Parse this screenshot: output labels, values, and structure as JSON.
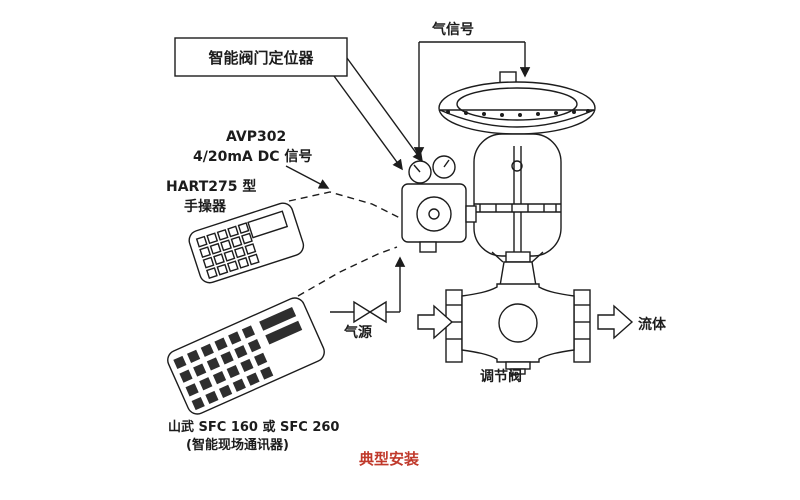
{
  "diagram": {
    "background": "#ffffff",
    "line_color": "#1c1c1c",
    "title": {
      "text": "典型安装",
      "color": "#c0392b"
    },
    "positioner_box": {
      "label": "智能阀门定位器"
    },
    "signals": {
      "air_signal": "气信号",
      "model": "AVP302",
      "dc_signal": "4/20mA DC 信号",
      "air_source": "气源"
    },
    "hart": {
      "model": "HART275 型",
      "name": "手操器"
    },
    "sfc": {
      "model": "山武 SFC 160 或 SFC 260",
      "name": "(智能现场通讯器)"
    },
    "valve": {
      "name": "调节阀",
      "fluid": "流体"
    }
  }
}
